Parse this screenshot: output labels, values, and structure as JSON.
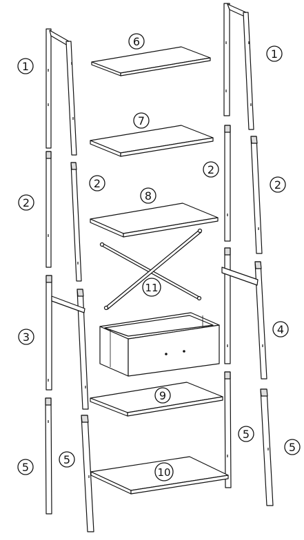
{
  "diagram": {
    "labels": {
      "l1_left": "1",
      "l1_right": "1",
      "l2_a": "2",
      "l2_b": "2",
      "l2_c": "2",
      "l2_d": "2",
      "l3": "3",
      "l4": "4",
      "l5_a": "5",
      "l5_b": "5",
      "l5_c": "5",
      "l5_d": "5",
      "l6": "6",
      "l7": "7",
      "l8": "8",
      "l9": "9",
      "l10": "10",
      "l11": "11"
    },
    "colors": {
      "line": "#111111",
      "fill": "#ffffff"
    }
  }
}
